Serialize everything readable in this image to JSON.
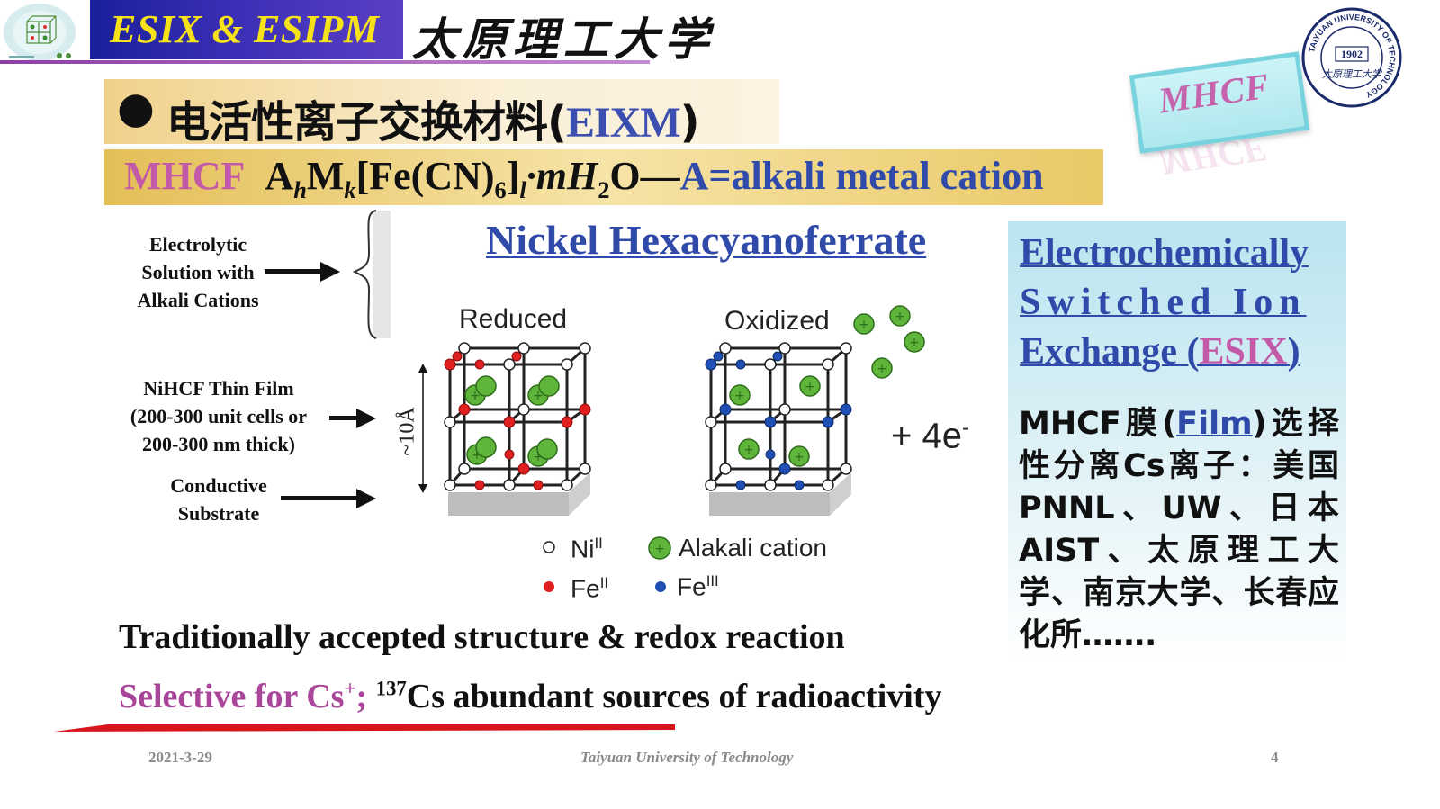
{
  "header": {
    "banner_text": "ESIX & ESIPM",
    "university_cn": "太原理工大学",
    "seal_text": "TAIYUAN UNIVERSITY OF TECHNOLOGY",
    "seal_year": "1902",
    "seal_cn": "太原理工大学"
  },
  "title": {
    "bullet": "●",
    "text": "电活性离子交换材料(",
    "abbr": "EIXM",
    "close": ")"
  },
  "formula": {
    "lead": "MHCF",
    "a": "A",
    "h": "h",
    "m": "M",
    "k": "k",
    "fe": "[Fe(CN)",
    "six": "6",
    "bracket": "]",
    "l": "l",
    "water": "·mH",
    "two": "2",
    "o": "O—",
    "desc": "A=alkali metal cation"
  },
  "badge": {
    "text": "MHCF"
  },
  "diagram": {
    "title": "Nickel Hexacyanoferrate",
    "electrolyte_label": [
      "Electrolytic",
      "Solution with",
      "Alkali Cations"
    ],
    "film_label": [
      "NiHCF Thin Film",
      "(200-300 unit cells or",
      "200-300 nm thick)"
    ],
    "substrate_label": [
      "Conductive",
      "Substrate"
    ],
    "scale_label": "~10Å",
    "reduced_label": "Reduced",
    "oxidized_label": "Oxidized",
    "electrons": "+  4e",
    "electron_sup": "-",
    "legend": {
      "ni": "Ni",
      "ni_sup": "II",
      "fe2": "Fe",
      "fe2_sup": "II",
      "cation": "Alakali cation",
      "fe3": "Fe",
      "fe3_sup": "III"
    }
  },
  "esix": {
    "line1": "Electrochemically",
    "line2": "Switched Ion",
    "line3a": "Exchange (",
    "line3b": "ESIX",
    "line3c": ")",
    "para_a": "MHCF膜(",
    "para_film": "Film",
    "para_b": ")选择性分离Cs离子：美国PNNL、UW、日本AIST、太原理工大学、南京大学、长春应化所……."
  },
  "bottom": {
    "traditional": "Traditionally accepted structure & redox reaction",
    "selective_a": "Selective for Cs",
    "selective_sup": "+",
    "selective_b": "; ",
    "isotope": "137",
    "selective_c": "Cs abundant sources of radioactivity"
  },
  "footer": {
    "date": "2021-3-29",
    "university": "Taiyuan University of Technology",
    "page": "4"
  },
  "colors": {
    "banner_text": "#f7e21a",
    "banner_bg": "#2a2aa8",
    "accent_blue": "#2f4aa8",
    "accent_pink": "#c35aa8",
    "fe2_red": "#e02020",
    "fe3_blue": "#1f4fb5",
    "cation_green": "#5fb53a",
    "underline_red": "#d6161c"
  }
}
